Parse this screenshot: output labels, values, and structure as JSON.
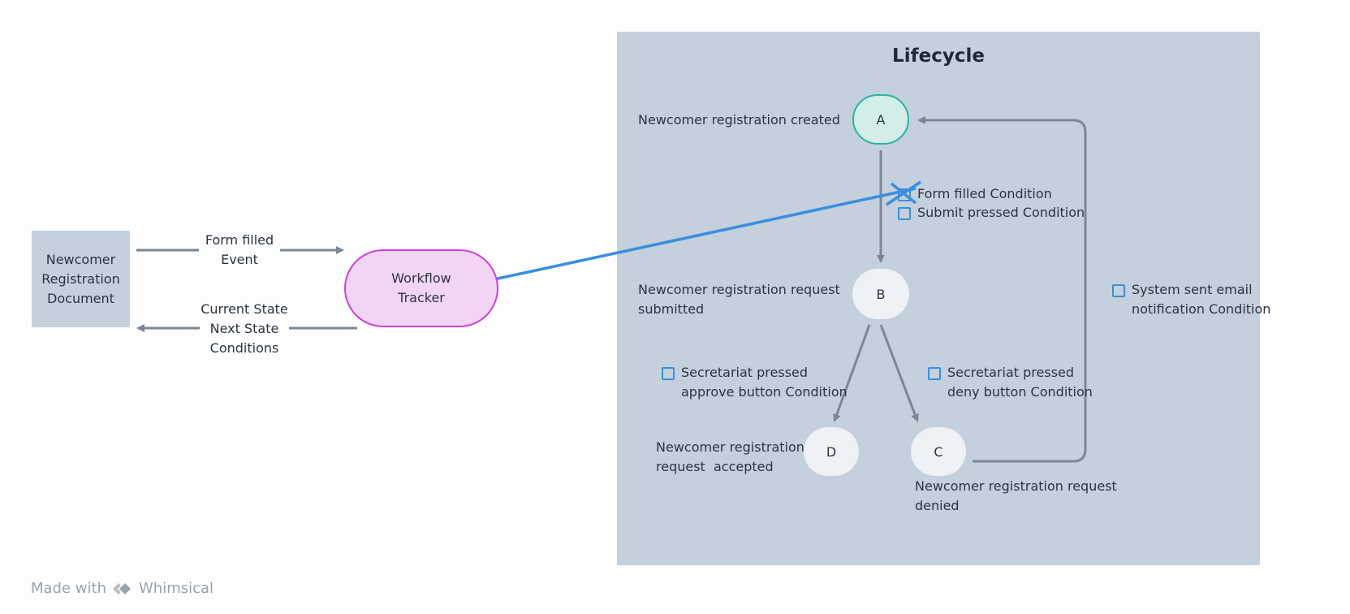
{
  "lifecycle": {
    "title": "Lifecycle",
    "nodes": {
      "a": {
        "letter": "A",
        "label": "Newcomer registration created"
      },
      "b": {
        "letter": "B",
        "label": "Newcomer registration request\nsubmitted"
      },
      "d": {
        "letter": "D",
        "label": "Newcomer registration\nrequest  accepted"
      },
      "c": {
        "letter": "C",
        "label": "Newcomer registration request\ndenied"
      }
    },
    "conditions": {
      "form_filled": "Form filled Condition",
      "submit_pressed": "Submit pressed Condition",
      "approve": "Secretariat pressed\napprove button Condition",
      "deny": "Secretariat pressed\ndeny button Condition",
      "email": "System sent email\nnotification Condition"
    }
  },
  "document": {
    "label": "Newcomer\nRegistration\nDocument"
  },
  "tracker": {
    "label": "Workflow\nTracker"
  },
  "edges": {
    "form_filled_event": "Form filled\nEvent",
    "current_state": "Current State\nNext State\nConditions"
  },
  "footer": {
    "made_with": "Made with",
    "brand": "Whimsical"
  },
  "colors": {
    "panel": "#c4d0db",
    "tracker_fill": "#f2d4f4",
    "tracker_border": "#cc42d6",
    "node_a_border": "#2bb3a0",
    "connector": "#7b8794",
    "highlight_line": "#3a8ee0"
  }
}
